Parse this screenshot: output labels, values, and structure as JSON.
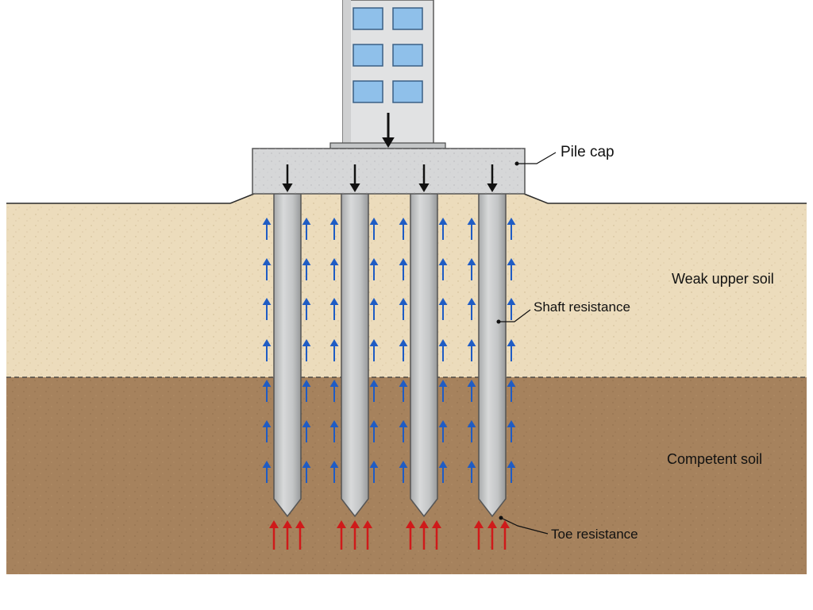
{
  "labels": {
    "pile_cap": "Pile cap",
    "weak_upper_soil": "Weak upper soil",
    "shaft_resistance": "Shaft resistance",
    "competent_soil": "Competent soil",
    "toe_resistance": "Toe resistance"
  },
  "colors": {
    "upper_soil": "#ecdcbc",
    "competent_soil": "#a6825d",
    "pile": "#c9cbcc",
    "building": "#e1e2e3",
    "window": "#8fc0ea",
    "load_arrow": "#111111",
    "shaft_arrow": "#1f5cc4",
    "toe_arrow": "#cf1a1a"
  },
  "piles": {
    "count": 4
  },
  "icons": [
    "load-arrow-icon",
    "shaft-resistance-arrow-icon",
    "toe-resistance-arrow-icon"
  ]
}
